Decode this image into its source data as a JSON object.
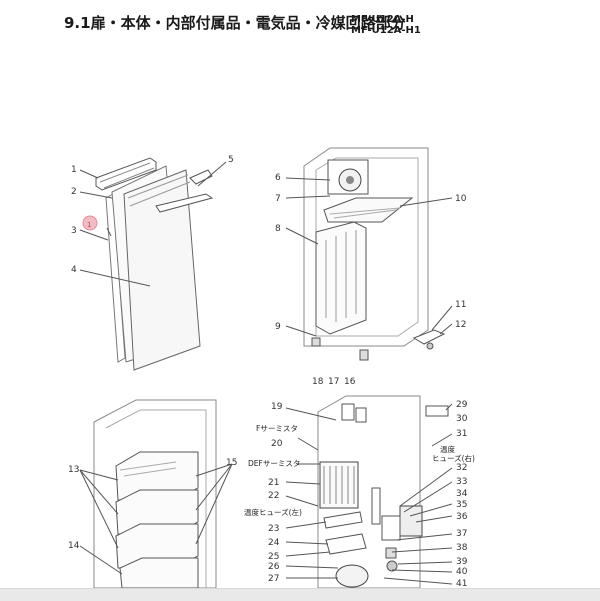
{
  "header": {
    "title": "9.1扉・本体・内部付属品・電気品・冷媒回路部分",
    "models": [
      "MF-U12A-H",
      "MF-U12A-H1"
    ]
  },
  "marker": {
    "label": "1",
    "color": "#e9a0a8"
  },
  "callouts": {
    "c1": "1",
    "c2": "2",
    "c3": "3",
    "c4": "4",
    "c5": "5",
    "c6": "6",
    "c7": "7",
    "c8": "8",
    "c9": "9",
    "c10": "10",
    "c11": "11",
    "c12": "12",
    "c13": "13",
    "c14": "14",
    "c15": "15",
    "c16": "16",
    "c17": "17",
    "c18": "18",
    "c19": "19",
    "c20": "20",
    "c21": "21",
    "c22": "22",
    "c23": "23",
    "c24": "24",
    "c25": "25",
    "c26": "26",
    "c27": "27",
    "c29": "29",
    "c30": "30",
    "c31": "31",
    "c32": "32",
    "c33": "33",
    "c34": "34",
    "c35": "35",
    "c36": "36",
    "c37": "37",
    "c38": "38",
    "c39": "39",
    "c40": "40",
    "c41": "41"
  },
  "part_labels": {
    "f_thermistor": "Fサーミスタ",
    "def_thermistor": "DEFサーミスタ",
    "fuse_left": "温度ヒューズ(左)",
    "fuse_right_1": "温度",
    "fuse_right_2": "ヒューズ(右)"
  }
}
